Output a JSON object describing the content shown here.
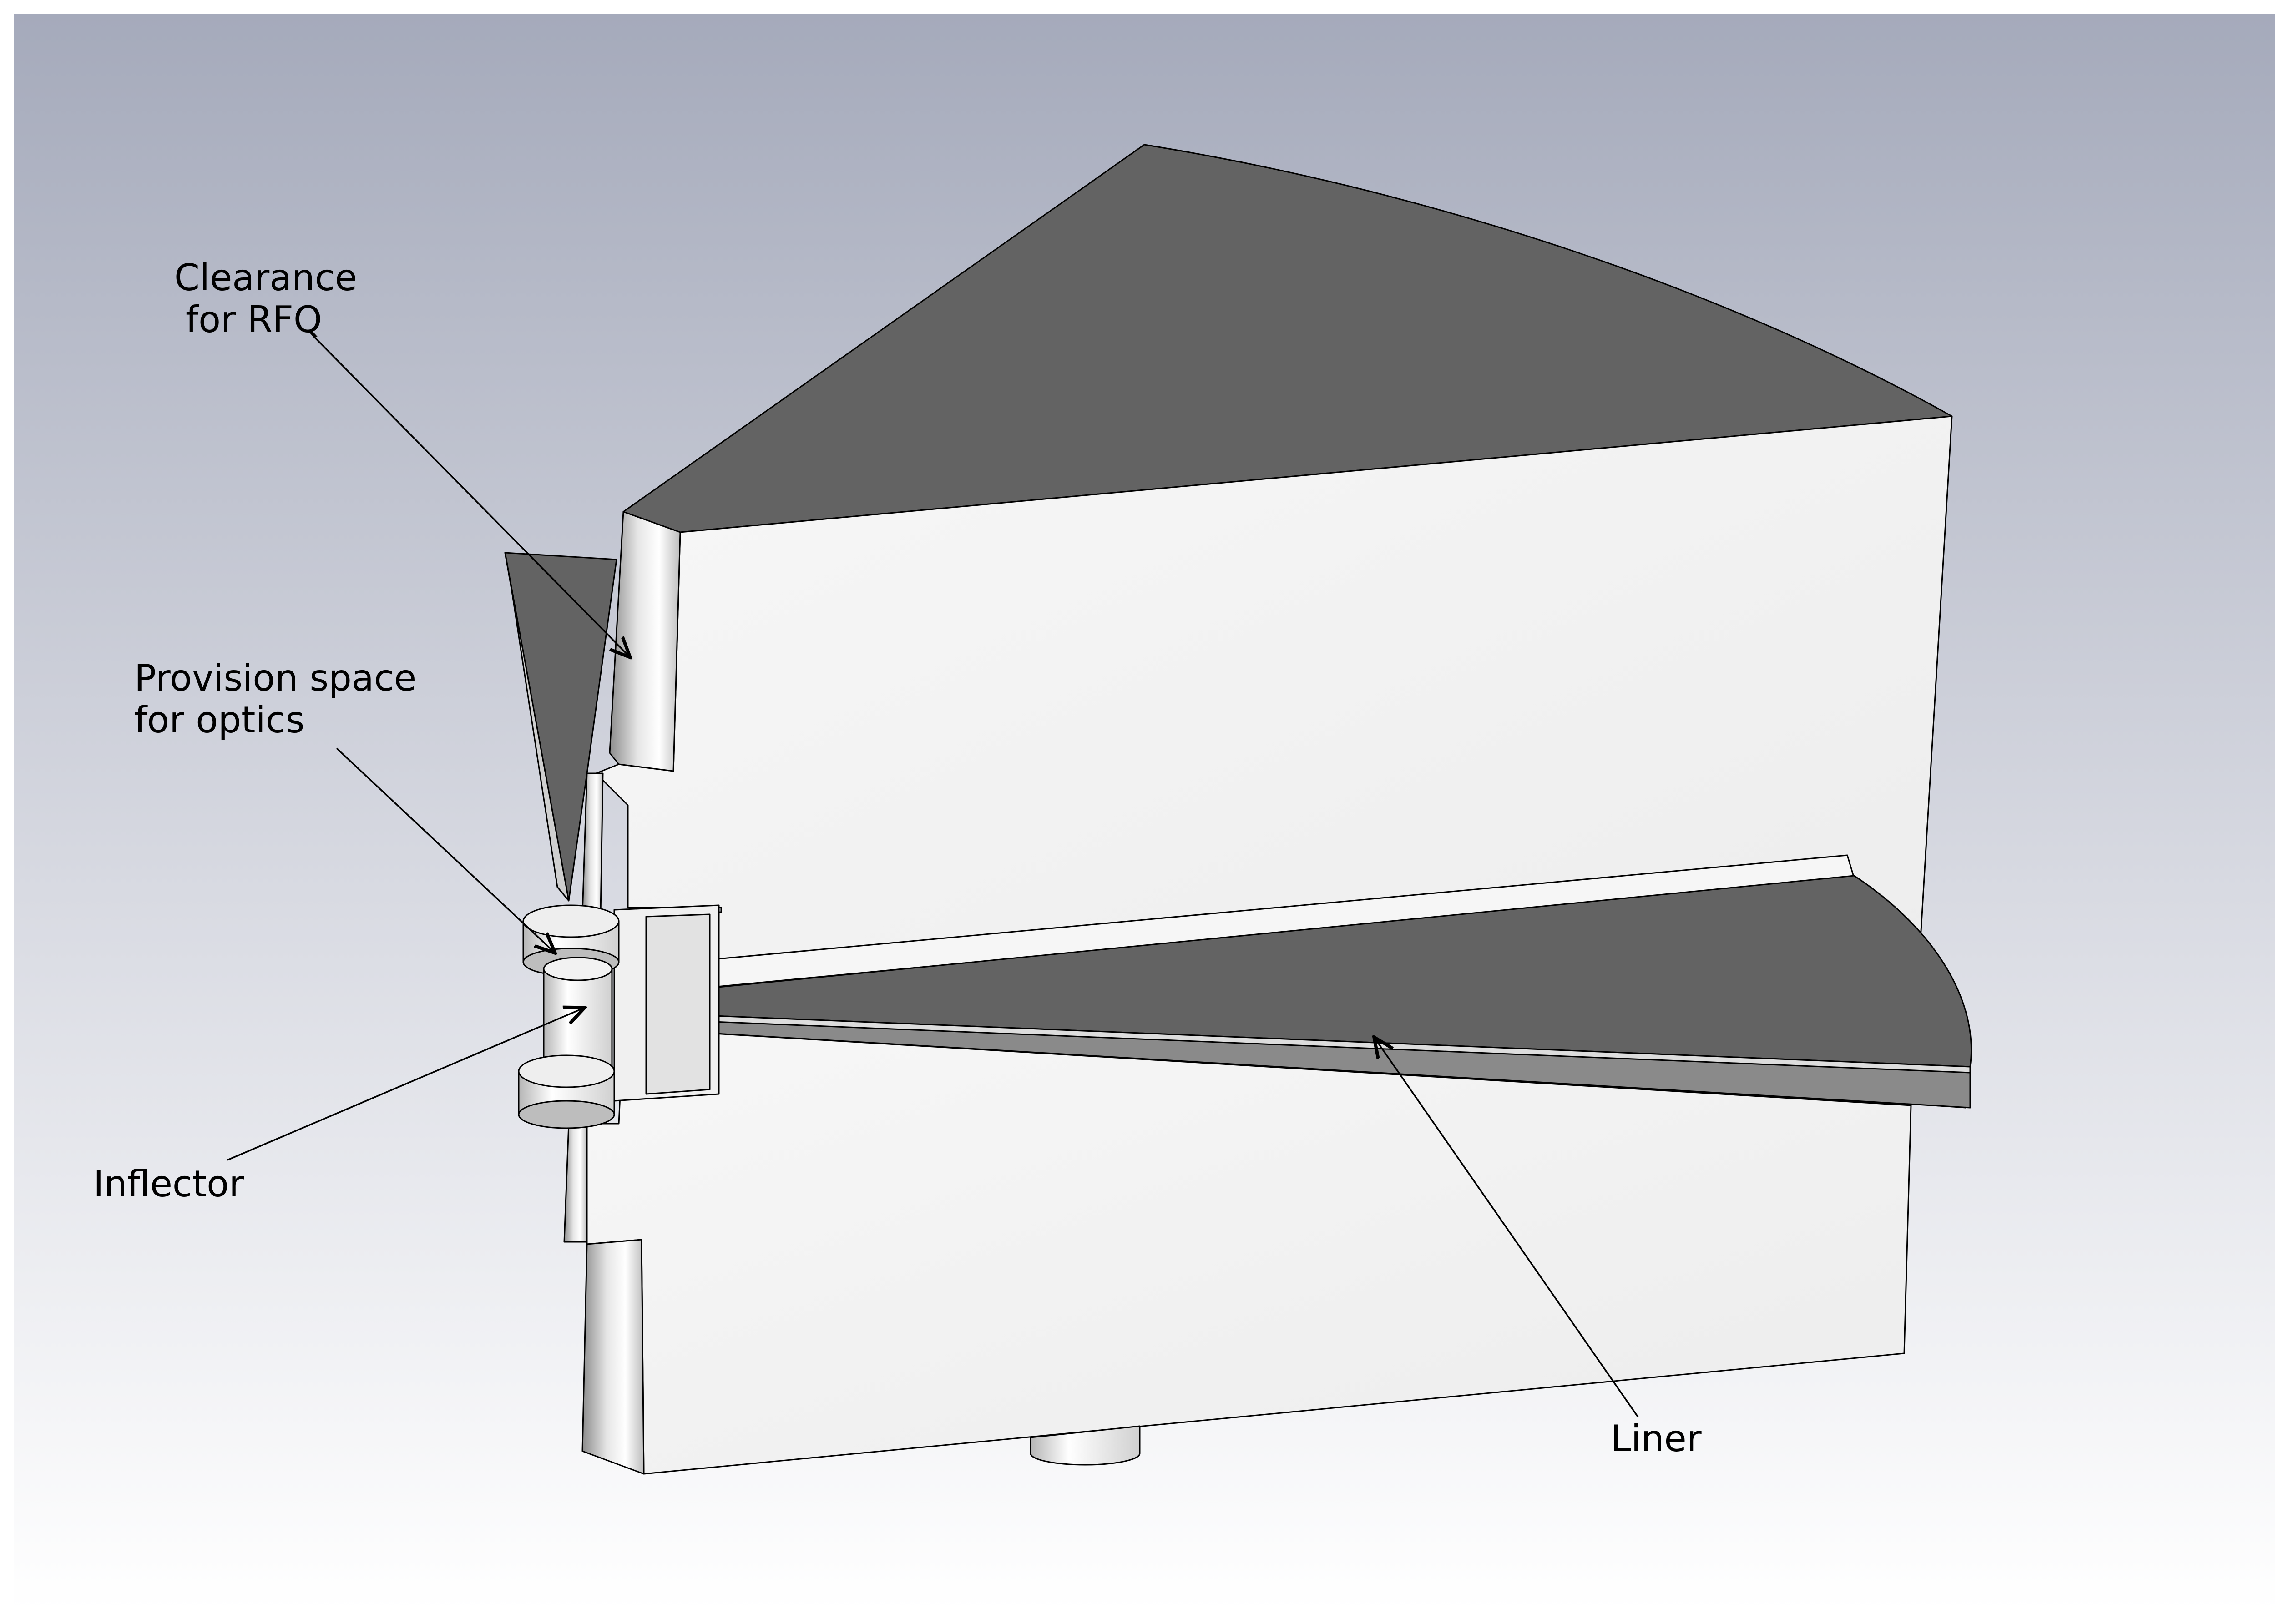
{
  "annotations": {
    "clearance_line1": "Clearance",
    "clearance_line2": "for RFQ",
    "provision_line1": "Provision space",
    "provision_line2": "for optics",
    "inflector": "Inflector",
    "liner": "Liner"
  },
  "colors": {
    "background_top": "#a5aabb",
    "background_bottom": "#ffffff",
    "face_light": "#f5f5f5",
    "face_dark": "#636363",
    "leader_line": "#000000"
  }
}
